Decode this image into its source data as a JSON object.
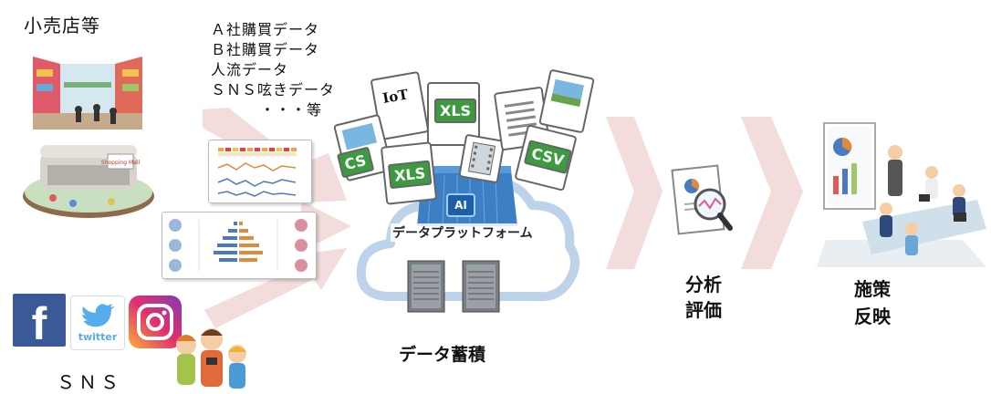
{
  "retail": {
    "title": "小売店等"
  },
  "data_list": {
    "items": [
      "Ａ社購買データ",
      "Ｂ社購買データ",
      "人流データ",
      "ＳＮＳ呟きデータ",
      "・・・等"
    ]
  },
  "sns": {
    "label": "ＳＮＳ",
    "twitter_text": "twitter",
    "facebook_letter": "f"
  },
  "platform": {
    "ai_badge": "AI",
    "label": "データプラットフォーム",
    "files": [
      "IoT",
      "XLS",
      "XLS",
      "CSV",
      "CS"
    ]
  },
  "storage": {
    "label": "データ蓄積"
  },
  "analysis": {
    "line1": "分析",
    "line2": "評価"
  },
  "action": {
    "line1": "施策",
    "line2": "反映"
  },
  "mall": {
    "sign": "Shopping Mall"
  },
  "colors": {
    "arrow": "#f2d9d9",
    "cloud_edge": "#bcd3ea",
    "server_blue": "#3d7fc4",
    "xls_green": "#3d9b3f",
    "facebook": "#3b5998",
    "twitter": "#55acee"
  }
}
